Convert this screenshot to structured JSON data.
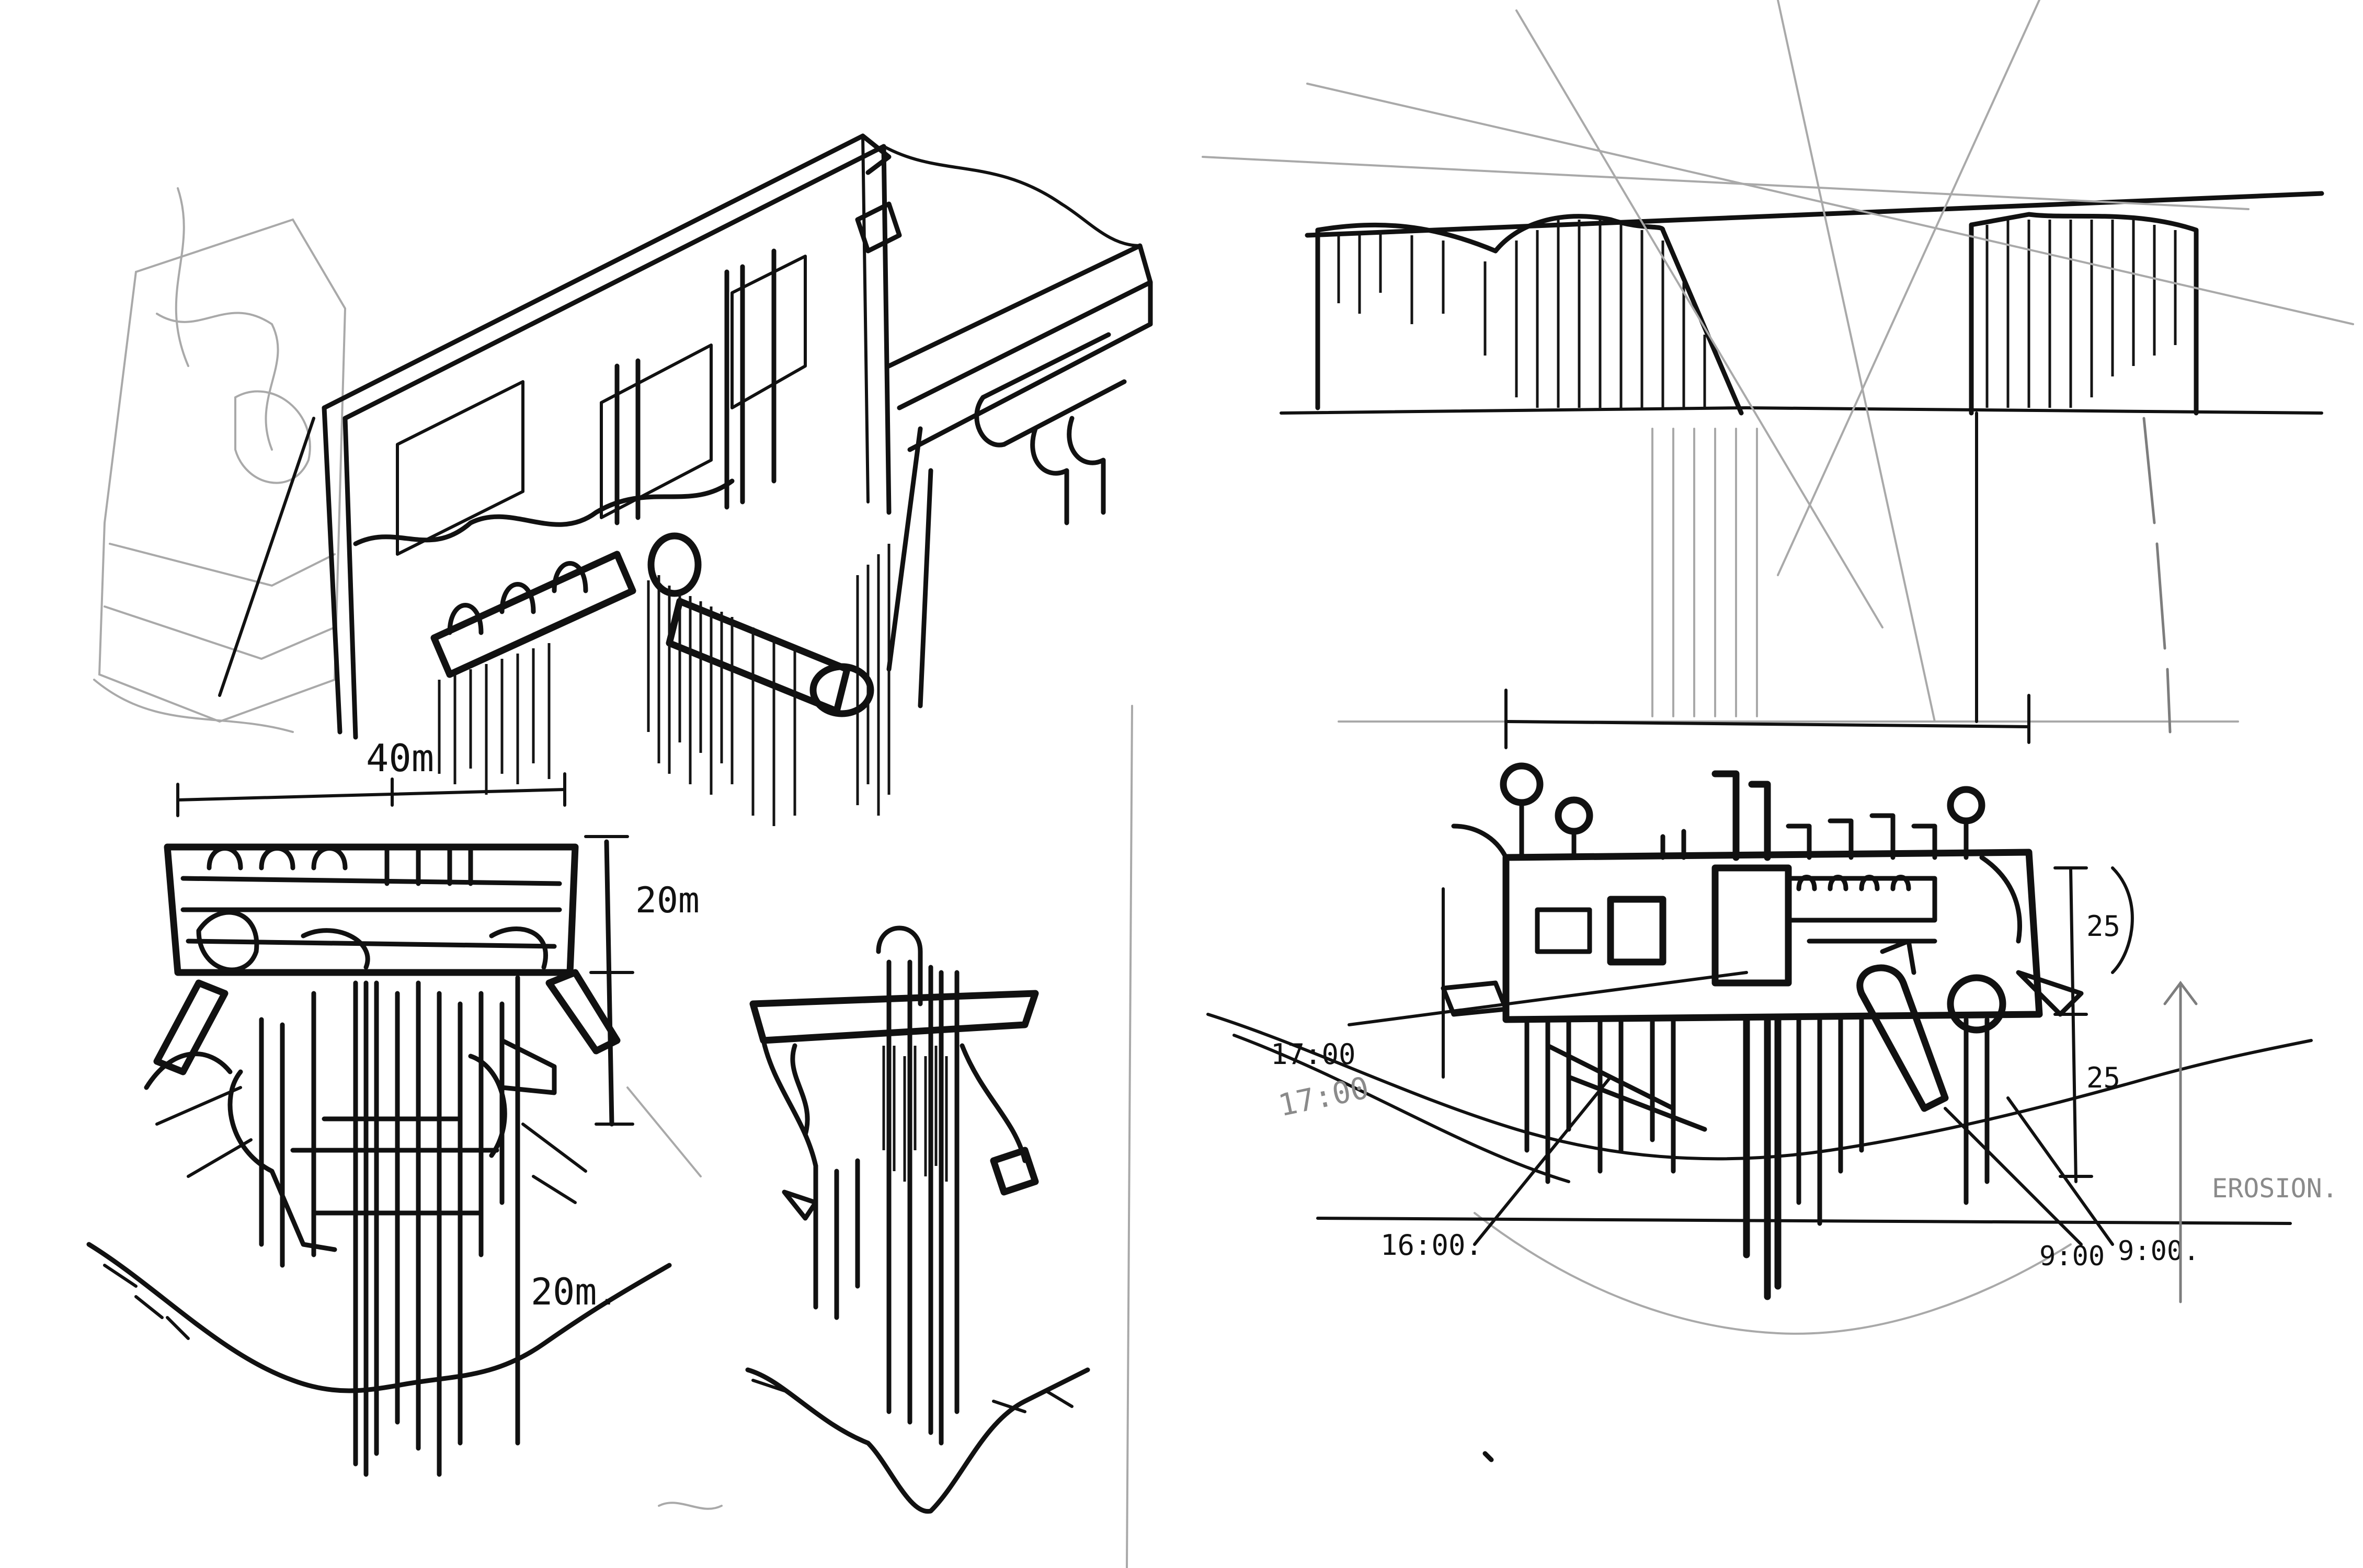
{
  "sketch_annotations": {
    "left_plan_width": "40m",
    "left_elevation_height": "20m",
    "left_depth": "20m.",
    "right_time_1700_ink": "17:00",
    "right_time_1700_pencil": "17:00",
    "right_time_1600": "16:00.",
    "right_time_900_a": "9:00",
    "right_time_900_b": "9:00.",
    "right_dim_upper": "25",
    "right_dim_lower": "25",
    "right_erosion": "EROSION."
  }
}
